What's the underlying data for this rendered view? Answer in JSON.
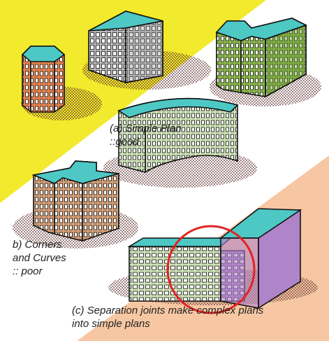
{
  "captions": {
    "a": "(a) Simple Plan\n  ::good",
    "b": "b) Corners\n  and Curves\n    :: poor",
    "c": "(c) Separation joints make complex plans\n    into simple plans"
  },
  "colors": {
    "yellow": "#f2ea2c",
    "peach": "#f7c7a3",
    "roof": "#4ec8c4",
    "orange": "#e8834f",
    "grey": "#b8b8b8",
    "green": "#8bb84a",
    "pale_green": "#cfe3b9",
    "tan": "#d7a077",
    "purple": "#b084c8",
    "circle": "#e32222"
  }
}
